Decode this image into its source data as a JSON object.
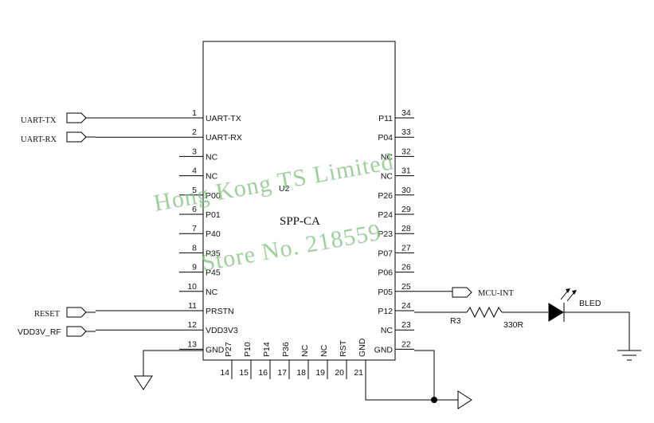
{
  "chip": {
    "ref": "U2",
    "name": "SPP-CA",
    "left_pins": [
      {
        "num": "1",
        "label": "UART-TX"
      },
      {
        "num": "2",
        "label": "UART-RX"
      },
      {
        "num": "3",
        "label": "NC"
      },
      {
        "num": "4",
        "label": "NC"
      },
      {
        "num": "5",
        "label": "P00"
      },
      {
        "num": "6",
        "label": "P01"
      },
      {
        "num": "7",
        "label": "P40"
      },
      {
        "num": "8",
        "label": "P35"
      },
      {
        "num": "9",
        "label": "P45"
      },
      {
        "num": "10",
        "label": "NC"
      },
      {
        "num": "11",
        "label": "PRSTN"
      },
      {
        "num": "12",
        "label": "VDD3V3"
      },
      {
        "num": "13",
        "label": "GND"
      }
    ],
    "right_pins": [
      {
        "num": "34",
        "label": "P11"
      },
      {
        "num": "33",
        "label": "P04"
      },
      {
        "num": "32",
        "label": "NC"
      },
      {
        "num": "31",
        "label": "NC"
      },
      {
        "num": "30",
        "label": "P26"
      },
      {
        "num": "29",
        "label": "P24"
      },
      {
        "num": "28",
        "label": "P23"
      },
      {
        "num": "27",
        "label": "P07"
      },
      {
        "num": "26",
        "label": "P06"
      },
      {
        "num": "25",
        "label": "P05"
      },
      {
        "num": "24",
        "label": "P12"
      },
      {
        "num": "23",
        "label": "NC"
      },
      {
        "num": "22",
        "label": "GND"
      }
    ],
    "bottom_pins": [
      {
        "num": "14",
        "label": "P27"
      },
      {
        "num": "15",
        "label": "P10"
      },
      {
        "num": "16",
        "label": "P14"
      },
      {
        "num": "17",
        "label": "P36"
      },
      {
        "num": "18",
        "label": "NC"
      },
      {
        "num": "19",
        "label": "NC"
      },
      {
        "num": "20",
        "label": "RST"
      },
      {
        "num": "21",
        "label": "GND"
      }
    ]
  },
  "nets": {
    "uart_tx": "UART-TX",
    "uart_rx": "UART-RX",
    "reset": "RESET",
    "vdd": "VDD3V_RF",
    "mcu_int": "MCU-INT"
  },
  "parts": {
    "resistor_ref": "R3",
    "resistor_value": "330R",
    "led_label": "BLED"
  },
  "watermark": {
    "line1": "Hong Kong TS Limited",
    "line2": "Store No. 218559"
  }
}
